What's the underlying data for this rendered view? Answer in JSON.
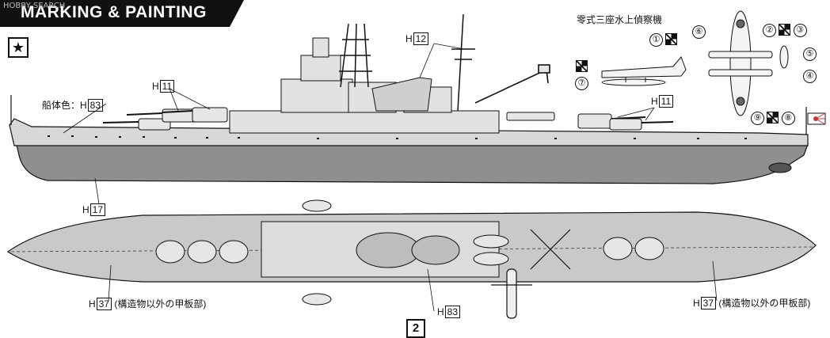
{
  "header": {
    "title": "MARKING & PAINTING",
    "watermark": "HOBBY SEARCH"
  },
  "markers": {
    "star": "★"
  },
  "side_view": {
    "hull_color_label": "船体色：H",
    "hull_color_code": "83",
    "turret_code_left": "11",
    "turret_code_right": "11",
    "mast_code": "12",
    "lower_hull_code": "17"
  },
  "plane": {
    "title": "零式三座水上偵察機",
    "markings": [
      "①",
      "②",
      "③",
      "④",
      "⑤",
      "⑥",
      "⑦",
      "⑧",
      "⑨"
    ]
  },
  "top_view": {
    "deck_code_left": "37",
    "deck_note_left": "(構造物以外の甲板部)",
    "deck_code_right": "37",
    "deck_note_right": "(構造物以外の甲板部)",
    "center_code": "83"
  },
  "labels": {
    "h_prefix": "H"
  },
  "page": {
    "number": "2"
  },
  "colors": {
    "ink": "#111111",
    "upper_hull": "#d8d8d8",
    "lower_hull": "#8f8f8f",
    "deck": "#c9c9c9",
    "flag_red": "#c23a3a"
  }
}
